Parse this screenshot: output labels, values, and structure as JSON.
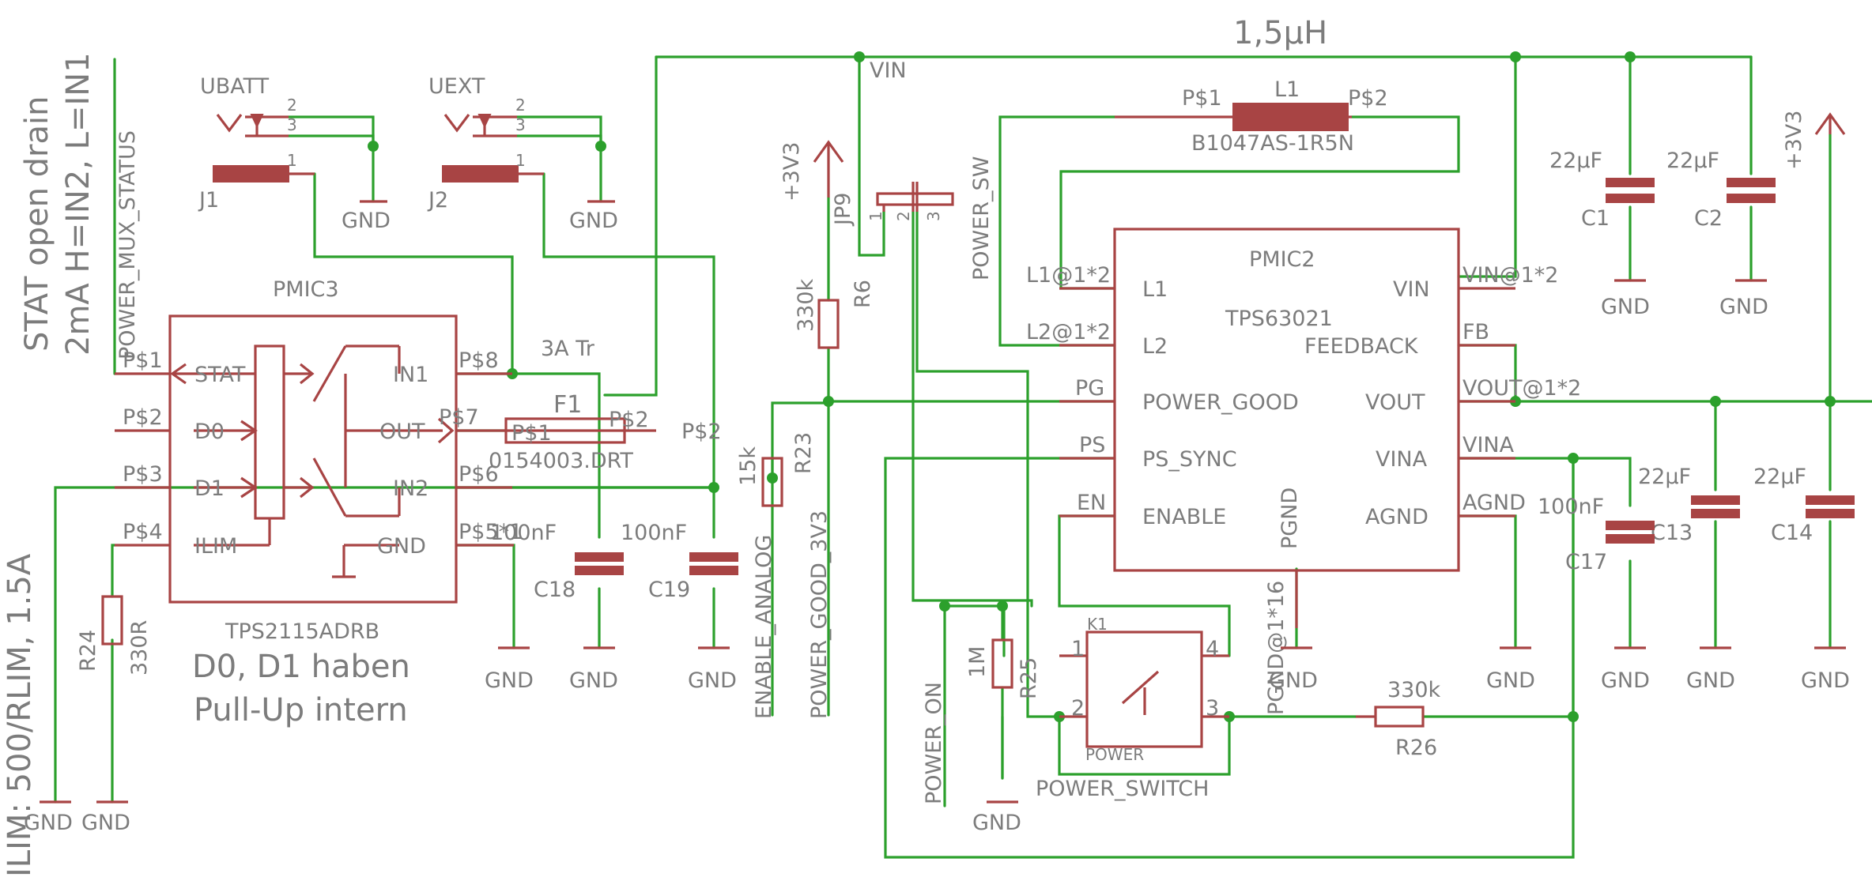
{
  "notes": {
    "inductor_value": "1,5µH",
    "stat_line1": "STAT open drain",
    "stat_line2": "2mA H=IN2, L=IN1",
    "ilim": "ILIM: 500/RLIM, 1.5A",
    "pullup_line1": "D0, D1 haben",
    "pullup_line2": "Pull-Up intern"
  },
  "nets": {
    "vin": "VIN",
    "power_mux_status": "POWER_MUX_STATUS",
    "power_sw": "POWER_SW",
    "plus3v3": "+3V3",
    "enable_analog": "ENABLE_ANALOG",
    "power_good_3v3": "POWER_GOOD_3V3",
    "power_on": "POWER_ON",
    "gnd": "GND"
  },
  "connectors": {
    "ubatt": {
      "name": "UBATT",
      "ref": "J1",
      "pins": [
        "2",
        "3",
        "1"
      ]
    },
    "uext": {
      "name": "UEXT",
      "ref": "J2",
      "pins": [
        "2",
        "3",
        "1"
      ]
    }
  },
  "pmic3": {
    "name": "PMIC3",
    "part": "TPS2115ADRB",
    "left_pins": [
      {
        "num": "P$1",
        "name": "STAT"
      },
      {
        "num": "P$2",
        "name": "D0"
      },
      {
        "num": "P$3",
        "name": "D1"
      },
      {
        "num": "P$4",
        "name": "ILIM"
      }
    ],
    "right_pins": [
      {
        "num": "P$8",
        "name": "IN1"
      },
      {
        "num": "P$7",
        "name": "OUT"
      },
      {
        "num": "P$6",
        "name": "IN2"
      },
      {
        "num": "P$5*1",
        "name": "GND"
      }
    ]
  },
  "pmic2": {
    "name": "PMIC2",
    "part": "TPS63021",
    "left_pins": [
      {
        "num": "L1@1*2",
        "name": "L1"
      },
      {
        "num": "L2@1*2",
        "name": "L2"
      },
      {
        "num": "PG",
        "name": "POWER_GOOD"
      },
      {
        "num": "PS",
        "name": "PS_SYNC"
      },
      {
        "num": "EN",
        "name": "ENABLE"
      }
    ],
    "right_pins": [
      {
        "num": "VIN@1*2",
        "name": "VIN"
      },
      {
        "num": "FB",
        "name": "FEEDBACK"
      },
      {
        "num": "VOUT@1*2",
        "name": "VOUT"
      },
      {
        "num": "VINA",
        "name": "VINA"
      },
      {
        "num": "AGND",
        "name": "AGND"
      }
    ],
    "pgnd_name": "PGND",
    "pgnd_pin": "PGND@1*16"
  },
  "l1": {
    "ref": "L1",
    "part": "B1047AS-1R5N",
    "pin1": "P$1",
    "pin2": "P$2"
  },
  "f1": {
    "ref": "F1",
    "rating": "3A Tr",
    "part": "0154003.DRT",
    "pin1": "P$1",
    "pin2": "P$2",
    "pin2_outer": "P$2"
  },
  "jp9": {
    "ref": "JP9",
    "pins": [
      "1",
      "2",
      "3"
    ]
  },
  "switch": {
    "ref": "POWER_SWITCH",
    "inner_ref": "K1",
    "inner_label": "POWER",
    "pins": [
      "1",
      "4",
      "2",
      "3"
    ]
  },
  "resistors": {
    "r6": {
      "ref": "R6",
      "value": "330k"
    },
    "r23": {
      "ref": "R23",
      "value": "15k"
    },
    "r24": {
      "ref": "R24",
      "value": "330R"
    },
    "r25": {
      "ref": "R25",
      "value": "1M"
    },
    "r26": {
      "ref": "R26",
      "value": "330k"
    }
  },
  "capacitors": {
    "c1": {
      "ref": "C1",
      "value": "22µF"
    },
    "c2": {
      "ref": "C2",
      "value": "22µF"
    },
    "c13": {
      "ref": "C13",
      "value": "22µF"
    },
    "c14": {
      "ref": "C14",
      "value": "22µF"
    },
    "c17": {
      "ref": "C17",
      "value": "100nF"
    },
    "c18": {
      "ref": "C18",
      "value": "100nF"
    },
    "c19": {
      "ref": "C19",
      "value": "100nF"
    }
  },
  "colors": {
    "wire": "#2ca02c",
    "part": "#a84444",
    "text": "#7c7c7c"
  }
}
